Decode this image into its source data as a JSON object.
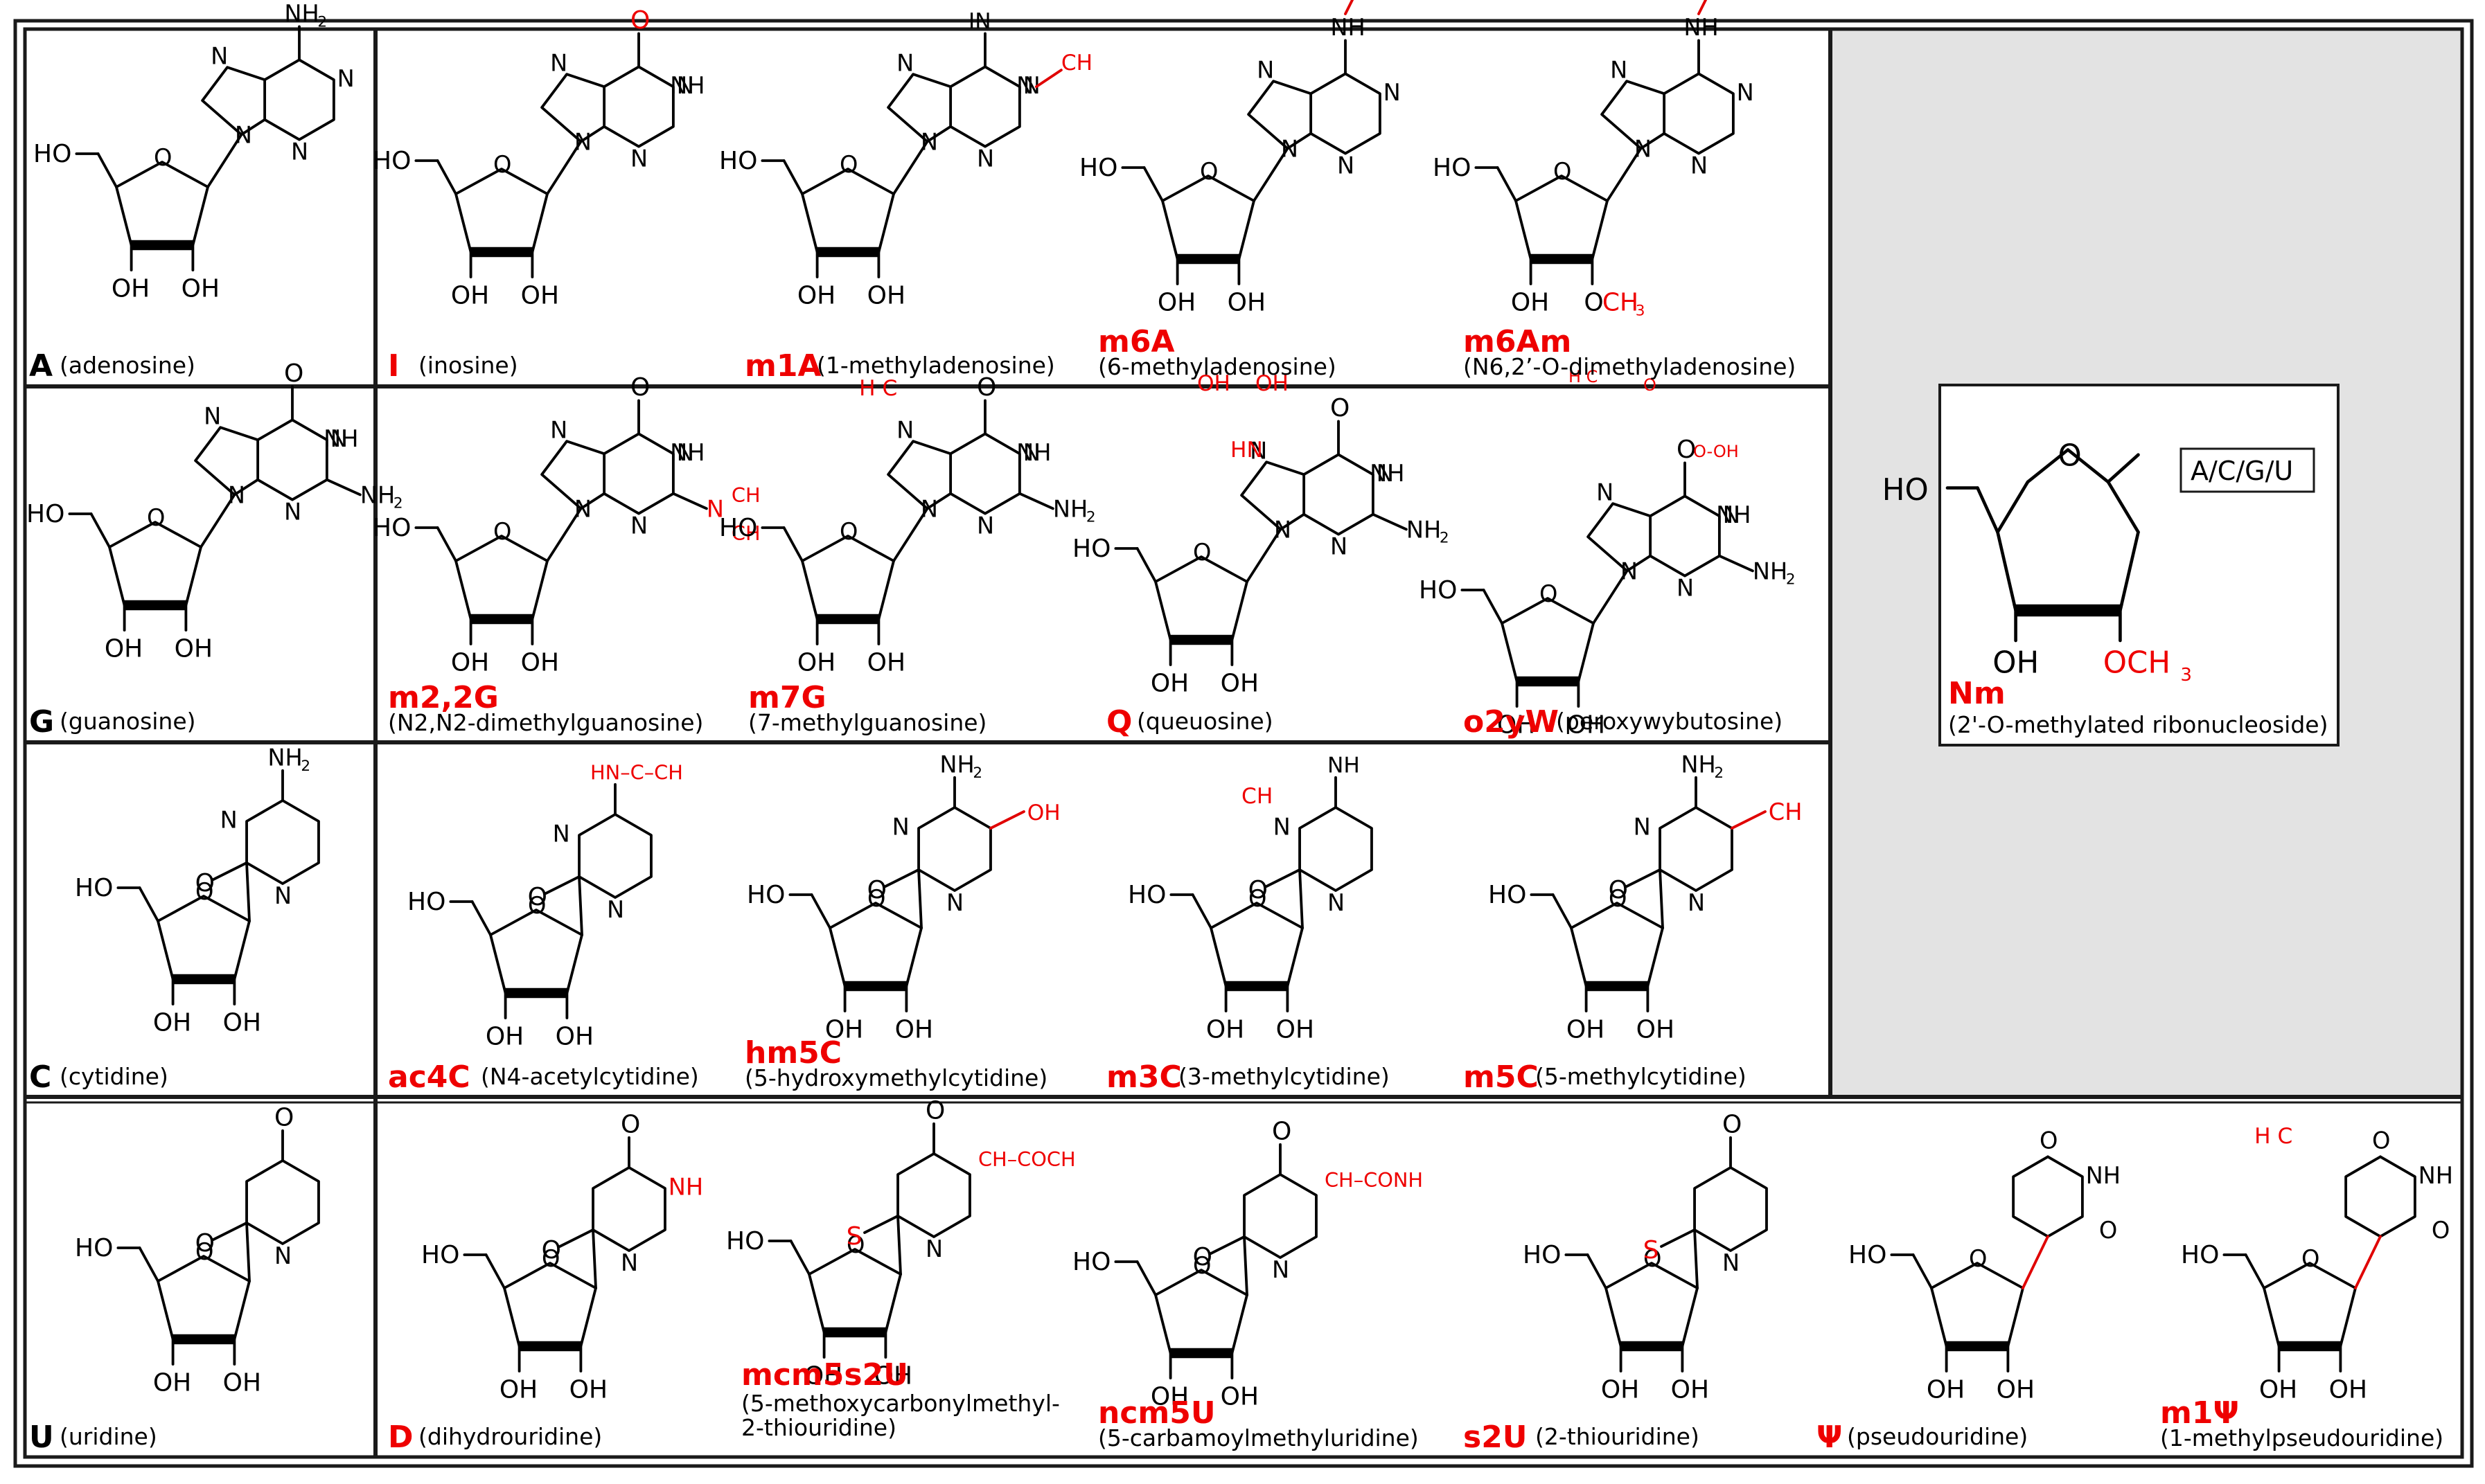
{
  "nucleosides": [
    {
      "id": "A",
      "code": "A",
      "name": "(adenosine)",
      "base": "A",
      "mod": "none"
    },
    {
      "id": "I",
      "code": "I",
      "name": "(inosine)",
      "base": "A",
      "mod": "oxo"
    },
    {
      "id": "m1A",
      "code": "m1A",
      "name": "(1-methyladenosine)",
      "base": "A",
      "mod": "m1"
    },
    {
      "id": "m6A",
      "code": "m6A",
      "name": "(6-methyladenosine)",
      "base": "A",
      "mod": "m6"
    },
    {
      "id": "m6Am",
      "code": "m6Am",
      "name": "(N6,2’-O-dimethyladenosine)",
      "base": "A",
      "mod": "m6",
      "twoOMe": true
    },
    {
      "id": "G",
      "code": "G",
      "name": "(guanosine)",
      "base": "G",
      "mod": "none"
    },
    {
      "id": "m22G",
      "code": "m2,2G",
      "name": "(N2,N2-dimethylguanosine)",
      "base": "G",
      "mod": "m22"
    },
    {
      "id": "m7G",
      "code": "m7G",
      "name": "(7-methylguanosine)",
      "base": "G",
      "mod": "m7"
    },
    {
      "id": "Q",
      "code": "Q",
      "name": "(queuosine)",
      "base": "Q",
      "mod": "queuine"
    },
    {
      "id": "o2yW",
      "code": "o2yW",
      "name": "(peroxywybutosine)",
      "base": "W",
      "mod": "wybutosine"
    },
    {
      "id": "C",
      "code": "C",
      "name": "(cytidine)",
      "base": "C",
      "mod": "none"
    },
    {
      "id": "ac4C",
      "code": "ac4C",
      "name": "(N4-acetylcytidine)",
      "base": "C",
      "mod": "ac4"
    },
    {
      "id": "hm5C",
      "code": "hm5C",
      "name": "(5-hydroxymethylcytidine)",
      "base": "C",
      "mod": "hm5"
    },
    {
      "id": "m3C",
      "code": "m3C",
      "name": "(3-methylcytidine)",
      "base": "C",
      "mod": "m3"
    },
    {
      "id": "m5C",
      "code": "m5C",
      "name": "(5-methylcytidine)",
      "base": "C",
      "mod": "m5"
    },
    {
      "id": "U",
      "code": "U",
      "name": "(uridine)",
      "base": "U",
      "mod": "none"
    },
    {
      "id": "D",
      "code": "D",
      "name": "(dihydrouridine)",
      "base": "U",
      "mod": "dihydro"
    },
    {
      "id": "mcm5s2U",
      "code": "mcm5s2U",
      "name": "(5-methoxycarbonylmethyl-",
      "name2": "2-thiouridine)",
      "base": "U",
      "mod": "mcm5s2"
    },
    {
      "id": "ncm5U",
      "code": "ncm5U",
      "name": "(5-carbamoylmethyluridine)",
      "base": "U",
      "mod": "ncm5"
    },
    {
      "id": "s2U",
      "code": "s2U",
      "name": "(2-thiouridine)",
      "base": "U",
      "mod": "s2"
    },
    {
      "id": "psi",
      "code": "Ψ",
      "name": "(pseudouridine)",
      "base": "Psi",
      "mod": "psi"
    },
    {
      "id": "m1psi",
      "code": "m1Ψ",
      "name": "(1-methylpseudouridine)",
      "base": "Psi",
      "mod": "m1psi"
    }
  ],
  "nm_panel": {
    "code": "Nm",
    "name": "(2'-O-methylated ribonucleoside)",
    "base_box": "A/C/G/U",
    "ho": "HO",
    "oh": "OH",
    "och3": "OCH",
    "sub3": "3"
  },
  "atoms": {
    "HO": "HO",
    "OH": "OH",
    "O": "O",
    "N": "N",
    "NH": "NH",
    "NH2": "NH",
    "H": "H",
    "S": "S",
    "CH3": "CH",
    "sub2": "2",
    "sub3": "3",
    "OCH3": "OCH",
    "OOH": "O-OH",
    "ac": "HN–C–CH",
    "ch2coch3": "CH–COCH",
    "ch2conh2": "CH–CONH",
    "hn": "HN",
    "nh": "NH",
    "h3c": "H C"
  },
  "colors": {
    "accent": "#ee0000",
    "nm_panel_bg": "#e3e3e3",
    "frame": "#1a1a1a"
  }
}
